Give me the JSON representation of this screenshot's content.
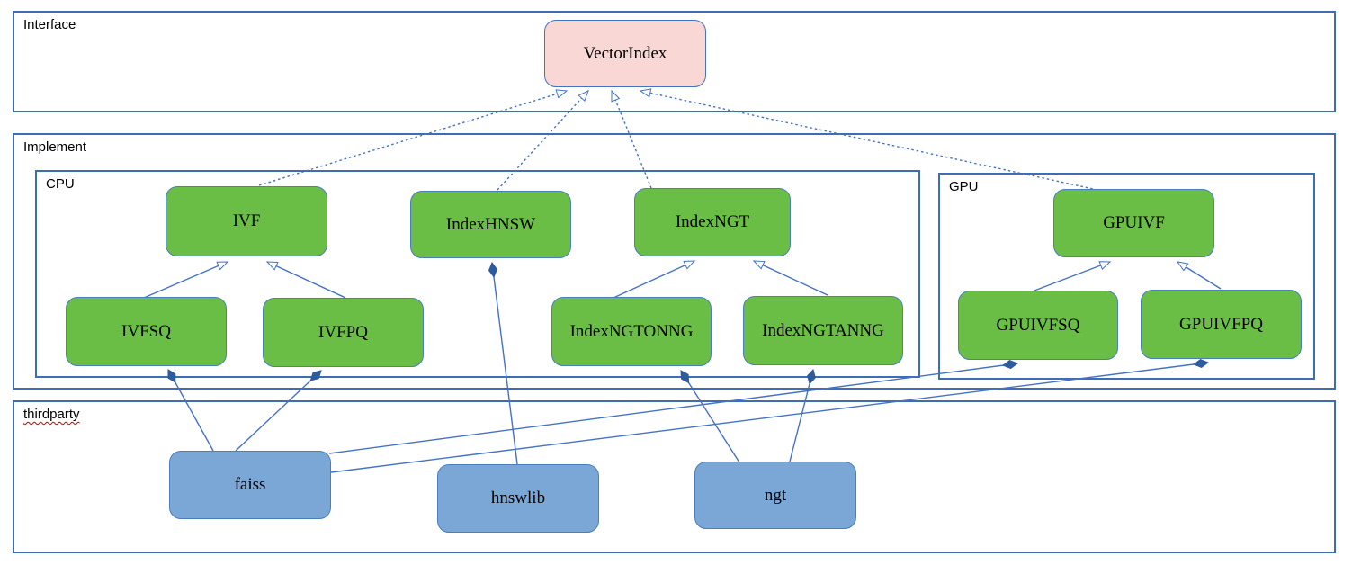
{
  "sections": {
    "interface": {
      "label": "Interface"
    },
    "implement": {
      "label": "Implement"
    },
    "cpu": {
      "label": "CPU"
    },
    "gpu": {
      "label": "GPU"
    },
    "thirdparty": {
      "label": "thirdparty"
    }
  },
  "nodes": {
    "vectorindex": {
      "label": "VectorIndex",
      "section": "interface"
    },
    "ivf": {
      "label": "IVF",
      "section": "cpu"
    },
    "indexhnsw": {
      "label": "IndexHNSW",
      "section": "cpu"
    },
    "indexngt": {
      "label": "IndexNGT",
      "section": "cpu"
    },
    "ivfsq": {
      "label": "IVFSQ",
      "section": "cpu"
    },
    "ivfpq": {
      "label": "IVFPQ",
      "section": "cpu"
    },
    "indexngtonng": {
      "label": "IndexNGTONNG",
      "section": "cpu"
    },
    "indexngtanng": {
      "label": "IndexNGTANNG",
      "section": "cpu"
    },
    "gpuivf": {
      "label": "GPUIVF",
      "section": "gpu"
    },
    "gpuivfsq": {
      "label": "GPUIVFSQ",
      "section": "gpu"
    },
    "gpuivfpq": {
      "label": "GPUIVFPQ",
      "section": "gpu"
    },
    "faiss": {
      "label": "faiss",
      "section": "thirdparty"
    },
    "hnswlib": {
      "label": "hnswlib",
      "section": "thirdparty"
    },
    "ngt": {
      "label": "ngt",
      "section": "thirdparty"
    }
  },
  "edges": [
    {
      "from": "IVF",
      "to": "VectorIndex",
      "type": "realization-dashed-hollow-arrow"
    },
    {
      "from": "IndexHNSW",
      "to": "VectorIndex",
      "type": "realization-dashed-hollow-arrow"
    },
    {
      "from": "IndexNGT",
      "to": "VectorIndex",
      "type": "realization-dashed-hollow-arrow"
    },
    {
      "from": "GPUIVF",
      "to": "VectorIndex",
      "type": "realization-dashed-hollow-arrow"
    },
    {
      "from": "IVFSQ",
      "to": "IVF",
      "type": "generalization-hollow-arrow"
    },
    {
      "from": "IVFPQ",
      "to": "IVF",
      "type": "generalization-hollow-arrow"
    },
    {
      "from": "IndexNGTONNG",
      "to": "IndexNGT",
      "type": "generalization-hollow-arrow"
    },
    {
      "from": "IndexNGTANNG",
      "to": "IndexNGT",
      "type": "generalization-hollow-arrow"
    },
    {
      "from": "GPUIVFSQ",
      "to": "GPUIVF",
      "type": "generalization-hollow-arrow"
    },
    {
      "from": "GPUIVFPQ",
      "to": "GPUIVF",
      "type": "generalization-hollow-arrow"
    },
    {
      "from": "hnswlib",
      "to": "IndexHNSW",
      "type": "composition-filled-diamond"
    },
    {
      "from": "faiss",
      "to": "IVFSQ",
      "type": "composition-filled-diamond"
    },
    {
      "from": "faiss",
      "to": "IVFPQ",
      "type": "composition-filled-diamond"
    },
    {
      "from": "ngt",
      "to": "IndexNGTONNG",
      "type": "composition-filled-diamond"
    },
    {
      "from": "ngt",
      "to": "IndexNGTANNG",
      "type": "composition-filled-diamond"
    },
    {
      "from": "faiss",
      "to": "GPUIVFSQ",
      "type": "composition-filled-diamond"
    },
    {
      "from": "faiss",
      "to": "GPUIVFPQ",
      "type": "composition-filled-diamond"
    }
  ],
  "colors": {
    "node_green": "#6abd45",
    "node_blue": "#7ba7d7",
    "node_pink": "#f8d7d5",
    "line_blue": "#4472c4",
    "diamond_blue": "#2e5b9e",
    "section_border": "#3f6db5"
  }
}
